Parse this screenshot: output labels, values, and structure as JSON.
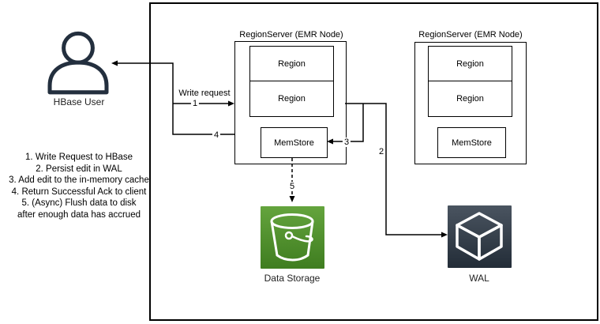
{
  "diagram": {
    "user": {
      "label": "HBase User"
    },
    "steps": [
      "1. Write Request to HBase",
      "2. Persist edit in WAL",
      "3. Add edit to the in-memory cache",
      "4. Return Successful Ack to client",
      "5. (Async) Flush data to disk",
      "after enough data has accrued"
    ],
    "region_server_1": {
      "title": "RegionServer (EMR Node)",
      "regions": [
        "Region",
        "Region"
      ],
      "memstore": "MemStore"
    },
    "region_server_2": {
      "title": "RegionServer (EMR Node)",
      "regions": [
        "Region",
        "Region"
      ],
      "memstore": "MemStore"
    },
    "data_storage": {
      "label": "Data Storage"
    },
    "wal": {
      "label": "WAL"
    },
    "edges": {
      "write_request": "Write request",
      "n1": "1",
      "n2": "2",
      "n3": "3",
      "n4": "4",
      "n5": "5"
    },
    "colors": {
      "line": "#000000",
      "user_stroke": "#232f3e",
      "storage_green_top": "#64a43d",
      "storage_green_bottom": "#3f7d20",
      "wal_dark_top": "#4a5460",
      "wal_dark_bottom": "#232d38"
    }
  }
}
